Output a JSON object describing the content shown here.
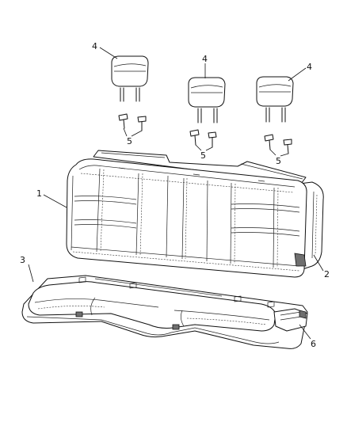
{
  "callouts": {
    "seat_back": "1",
    "seat_back_side": "2",
    "seat_cushion": "3",
    "headrest_left": "4",
    "headrest_center": "4",
    "headrest_right": "4",
    "fasteners_left": "5",
    "fasteners_center": "5",
    "fasteners_right": "5",
    "cushion_bracket": "6"
  }
}
